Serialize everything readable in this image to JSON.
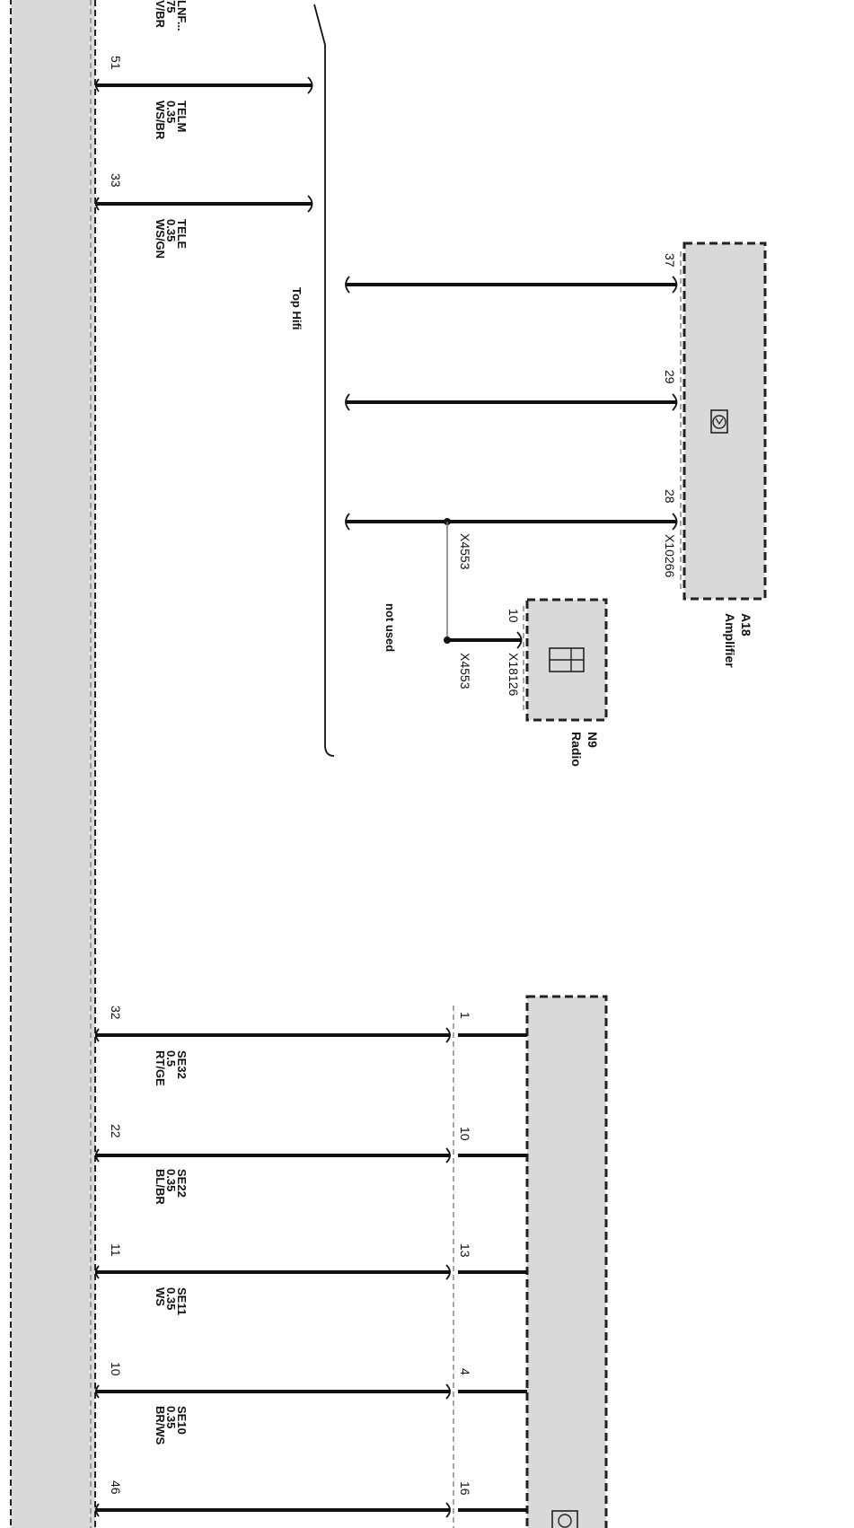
{
  "left_module": {
    "pins": [
      {
        "pin": "51",
        "signal": "TELM",
        "size": "0.35",
        "color": "WS/BR"
      },
      {
        "pin": "33",
        "signal": "TELE",
        "size": "0.35",
        "color": "WS/GN"
      },
      {
        "pin": "32",
        "signal": "SE32",
        "size": "0.5",
        "color": "RT/GE"
      },
      {
        "pin": "22",
        "signal": "SE22",
        "size": "0.35",
        "color": "BL/BR"
      },
      {
        "pin": "11",
        "signal": "SE11",
        "size": "0.35",
        "color": "WS"
      },
      {
        "pin": "10",
        "signal": "SE10",
        "size": "0.35",
        "color": "BR/WS"
      },
      {
        "pin": "46",
        "signal": "",
        "size": "",
        "color": ""
      }
    ],
    "top_partial": {
      "signal": "LNF...",
      "size": "75",
      "color": "V/BR"
    }
  },
  "bracket_label": "Top Hifi",
  "amplifier": {
    "id": "A18",
    "name": "Amplifier",
    "connector": "X10266",
    "pins": [
      "37",
      "29",
      "28"
    ]
  },
  "radio": {
    "id": "N9",
    "name": "Radio",
    "connector": "X18126",
    "pin": "10"
  },
  "splice": {
    "top": "X4553",
    "bottom": "X4553",
    "note": "not used"
  },
  "lower_module": {
    "pins": [
      "1",
      "10",
      "13",
      "4",
      "16"
    ]
  }
}
